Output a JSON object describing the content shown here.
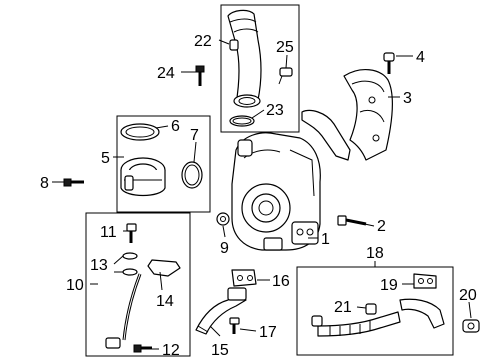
{
  "callouts": [
    {
      "id": "c1",
      "label": "1"
    },
    {
      "id": "c2",
      "label": "2"
    },
    {
      "id": "c3",
      "label": "3"
    },
    {
      "id": "c4",
      "label": "4"
    },
    {
      "id": "c5",
      "label": "5"
    },
    {
      "id": "c6",
      "label": "6"
    },
    {
      "id": "c7",
      "label": "7"
    },
    {
      "id": "c8",
      "label": "8"
    },
    {
      "id": "c9",
      "label": "9"
    },
    {
      "id": "c10",
      "label": "10"
    },
    {
      "id": "c11",
      "label": "11"
    },
    {
      "id": "c12",
      "label": "12"
    },
    {
      "id": "c13",
      "label": "13"
    },
    {
      "id": "c14",
      "label": "14"
    },
    {
      "id": "c15",
      "label": "15"
    },
    {
      "id": "c16",
      "label": "16"
    },
    {
      "id": "c17",
      "label": "17"
    },
    {
      "id": "c18",
      "label": "18"
    },
    {
      "id": "c19",
      "label": "19"
    },
    {
      "id": "c20",
      "label": "20"
    },
    {
      "id": "c21",
      "label": "21"
    },
    {
      "id": "c22",
      "label": "22"
    },
    {
      "id": "c23",
      "label": "23"
    },
    {
      "id": "c24",
      "label": "24"
    },
    {
      "id": "c25",
      "label": "25"
    }
  ]
}
